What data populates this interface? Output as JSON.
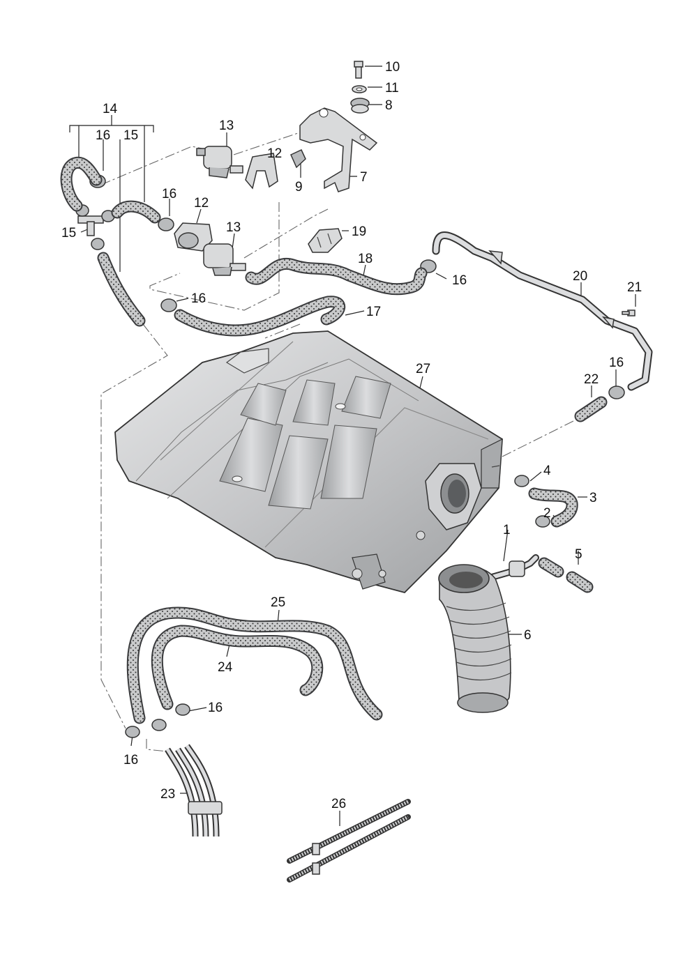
{
  "labels": {
    "l1": "1",
    "l2": "2",
    "l3": "3",
    "l4": "4",
    "l5": "5",
    "l6": "6",
    "l7": "7",
    "l8": "8",
    "l9": "9",
    "l10": "10",
    "l11": "11",
    "l12a": "12",
    "l12b": "12",
    "l13a": "13",
    "l13b": "13",
    "l14": "14",
    "l15a": "15",
    "l15b": "15",
    "l16a": "16",
    "l16b": "16",
    "l16c": "16",
    "l16d": "16",
    "l16e": "16",
    "l16f": "16",
    "l16g": "16",
    "l17": "17",
    "l18": "18",
    "l19": "19",
    "l20": "20",
    "l21": "21",
    "l22": "22",
    "l23": "23",
    "l24": "24",
    "l25": "25",
    "l26": "26",
    "l27": "27"
  },
  "colors": {
    "hose": "#4a4b4d",
    "hose_core": "#c9cacb",
    "part_fill": "#d9dadb",
    "manifold_fill": "#c8c9cb",
    "line": "#222222"
  }
}
